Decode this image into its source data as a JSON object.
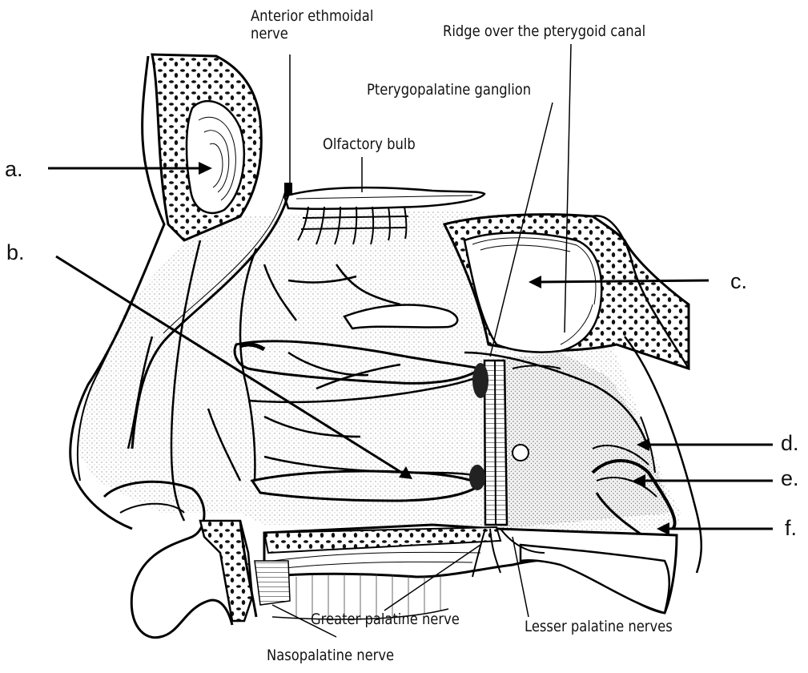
{
  "figure": {
    "labels": {
      "anterior_ethmoidal_line1": "Anterior ethmoidal",
      "anterior_ethmoidal_line2": "nerve",
      "ridge": "Ridge over the pterygoid canal",
      "pterygopalatine": "Pterygopalatine ganglion",
      "olfactory": "Olfactory bulb",
      "greater_palatine": "Greater palatine nerve",
      "lesser_palatine": "Lesser palatine nerves",
      "nasopalatine": "Nasopalatine nerve"
    },
    "letters": {
      "a": "a.",
      "b": "b.",
      "c": "c.",
      "d": "d.",
      "e": "e.",
      "f": "f."
    }
  }
}
